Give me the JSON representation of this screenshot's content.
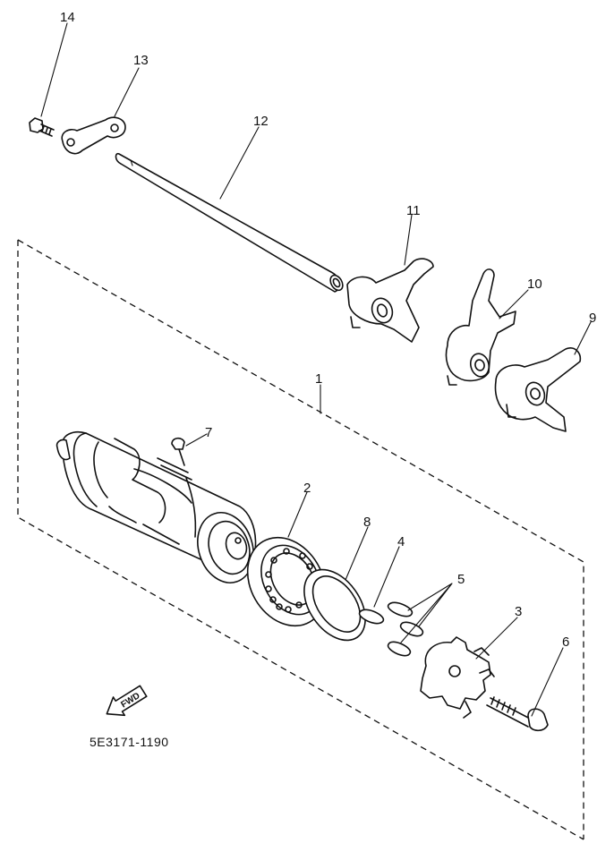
{
  "diagram": {
    "callouts": [
      {
        "id": "14",
        "text": "14"
      },
      {
        "id": "13",
        "text": "13"
      },
      {
        "id": "12",
        "text": "12"
      },
      {
        "id": "11",
        "text": "11"
      },
      {
        "id": "10",
        "text": "10"
      },
      {
        "id": "9",
        "text": "9"
      },
      {
        "id": "1",
        "text": "1"
      },
      {
        "id": "7",
        "text": "7"
      },
      {
        "id": "2",
        "text": "2"
      },
      {
        "id": "8",
        "text": "8"
      },
      {
        "id": "4",
        "text": "4"
      },
      {
        "id": "5",
        "text": "5"
      },
      {
        "id": "3",
        "text": "3"
      },
      {
        "id": "6",
        "text": "6"
      }
    ],
    "fwd_label": "FWD",
    "part_code": "5E3171-1190",
    "ink_color": "#111111",
    "background": "#ffffff"
  }
}
